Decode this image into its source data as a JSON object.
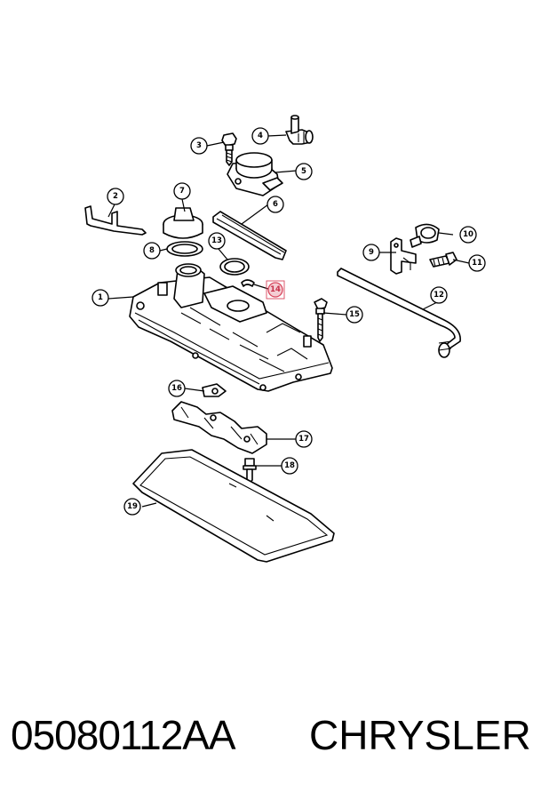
{
  "diagram": {
    "callouts": [
      "1",
      "2",
      "3",
      "4",
      "5",
      "6",
      "7",
      "8",
      "9",
      "10",
      "11",
      "12",
      "13",
      "14",
      "15",
      "16",
      "17",
      "18",
      "19"
    ],
    "highlighted": "14",
    "highlight_color": "#d9485f"
  },
  "footer": {
    "part_number": "05080112AA",
    "brand": "CHRYSLER"
  }
}
